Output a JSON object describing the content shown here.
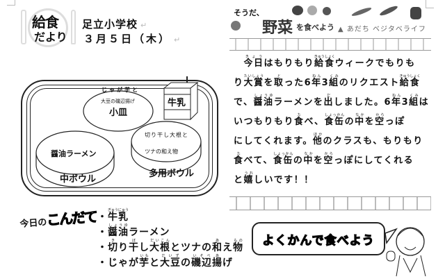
{
  "header": {
    "logo_line1": "給食",
    "logo_line2": "だより",
    "school": "足立小学校",
    "date": "３月５日（木）"
  },
  "banner": {
    "prefix": "そうだ、",
    "main": "野菜",
    "suffix": "を食べよう",
    "brand": "あだち ベジタベライフ"
  },
  "article": {
    "lines": [
      [
        {
          "t": "　"
        },
        {
          "t": "今日",
          "r": "きょう"
        },
        {
          "t": "はもりもり"
        },
        {
          "t": "給食",
          "r": "きゅうしょく"
        },
        {
          "t": "ウィークでもりも"
        }
      ],
      [
        {
          "t": "り"
        },
        {
          "t": "大賞",
          "r": "たいしょう"
        },
        {
          "t": "を"
        },
        {
          "t": "取",
          "r": "と"
        },
        {
          "t": "った6"
        },
        {
          "t": "年",
          "r": "ねん"
        },
        {
          "t": "3"
        },
        {
          "t": "組",
          "r": "くみ"
        },
        {
          "t": "のリクエスト"
        },
        {
          "t": "給食",
          "r": "きゅうしょく"
        }
      ],
      [
        {
          "t": "で、"
        },
        {
          "t": "醤油",
          "r": "しょうゆ"
        },
        {
          "t": "ラーメンを"
        },
        {
          "t": "出",
          "r": "だ"
        },
        {
          "t": "しました。6"
        },
        {
          "t": "年",
          "r": "ねん"
        },
        {
          "t": "3"
        },
        {
          "t": "組",
          "r": "くみ"
        },
        {
          "t": "は"
        }
      ],
      [
        {
          "t": "いつもりもり"
        },
        {
          "t": "食",
          "r": "た"
        },
        {
          "t": "べ、"
        },
        {
          "t": "食缶",
          "r": "しょっかん"
        },
        {
          "t": "の"
        },
        {
          "t": "中",
          "r": "なか"
        },
        {
          "t": "を"
        },
        {
          "t": "空",
          "r": "から"
        },
        {
          "t": "っぽ"
        }
      ],
      [
        {
          "t": "にしてくれます。"
        },
        {
          "t": "他",
          "r": "ほか"
        },
        {
          "t": "のクラスも、もりもり"
        }
      ],
      [
        {
          "t": "食",
          "r": "た"
        },
        {
          "t": "べて、"
        },
        {
          "t": "食缶",
          "r": "しょっかん"
        },
        {
          "t": "の"
        },
        {
          "t": "中",
          "r": "なか"
        },
        {
          "t": "を"
        },
        {
          "t": "空",
          "r": "から"
        },
        {
          "t": "っぽにしてくれる"
        }
      ],
      [
        {
          "t": "と"
        },
        {
          "t": "嬉",
          "r": "うれ"
        },
        {
          "t": "しいです！！"
        }
      ]
    ]
  },
  "tray": {
    "small_plate_food_1": "じゃが芋と",
    "small_plate_food_2": "大豆の磯辺揚げ",
    "small_plate": "小皿",
    "milk": "牛乳",
    "ramen_food": "醤油ラーメン",
    "medium_bowl": "中ボウル",
    "multi_food_1": "切り干し大根と",
    "multi_food_2": "ツナの和え物",
    "multi_bowl": "多用ボウル"
  },
  "menu": {
    "title_prefix": "今日の",
    "title_main": "こんだて",
    "items": [
      [
        {
          "t": "・"
        },
        {
          "t": "牛乳",
          "r": "ぎゅうにゅう"
        }
      ],
      [
        {
          "t": "・"
        },
        {
          "t": "醤油",
          "r": "しょうゆ"
        },
        {
          "t": "ラーメン"
        }
      ],
      [
        {
          "t": "・"
        },
        {
          "t": "切",
          "r": "き"
        },
        {
          "t": "り"
        },
        {
          "t": "干",
          "r": "ぼ"
        },
        {
          "t": "し"
        },
        {
          "t": "大根",
          "r": "だいこん"
        },
        {
          "t": "とツナの"
        },
        {
          "t": "和",
          "r": "あ"
        },
        {
          "t": "え"
        },
        {
          "t": "物",
          "r": "もの"
        }
      ],
      [
        {
          "t": "・じゃが"
        },
        {
          "t": "芋",
          "r": "いも"
        },
        {
          "t": "と"
        },
        {
          "t": "大豆",
          "r": "だいず"
        },
        {
          "t": "の"
        },
        {
          "t": "磯辺",
          "r": "いそべ"
        },
        {
          "t": "揚",
          "r": "あ"
        },
        {
          "t": "げ"
        }
      ]
    ]
  },
  "slogan": {
    "text": "よくかんで食べよう"
  }
}
